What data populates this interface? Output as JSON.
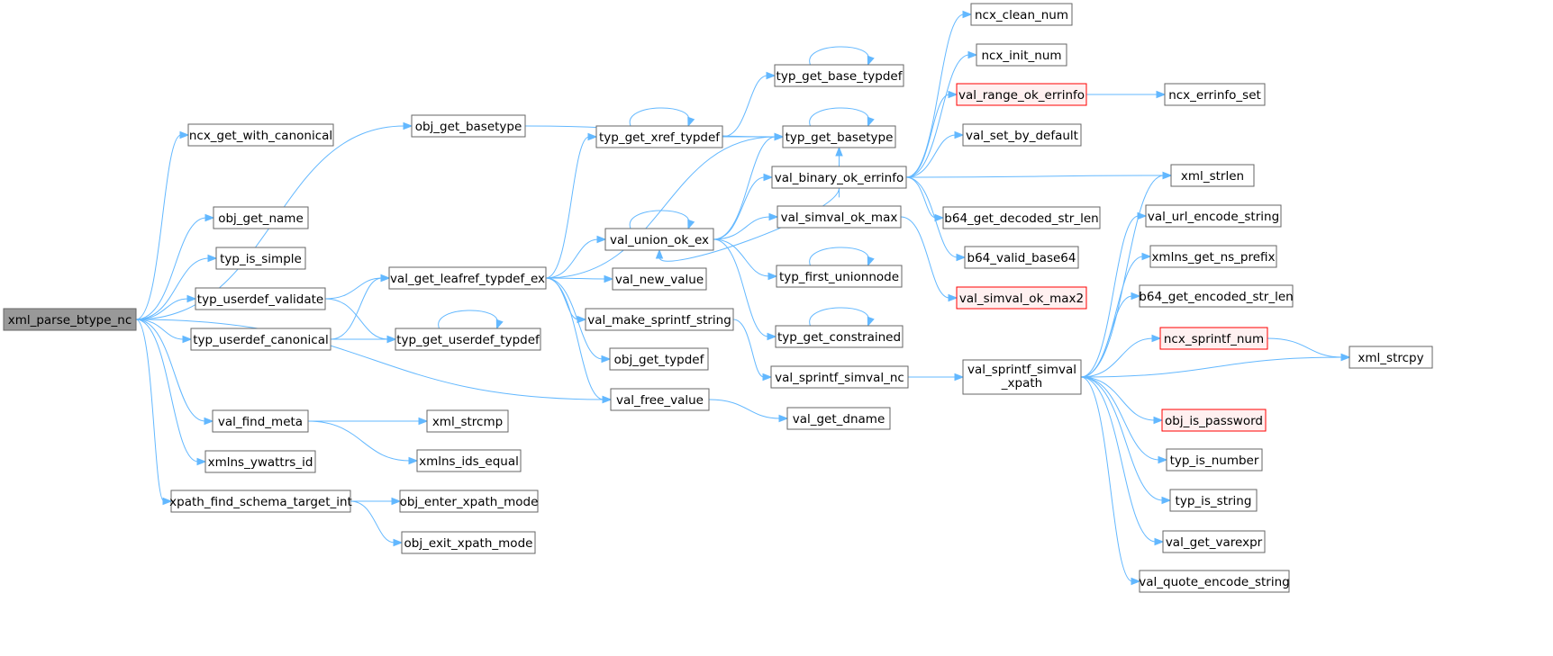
{
  "colors": {
    "edge": "#63b8ff",
    "node_border": "#666666",
    "node_fill": "#ffffff",
    "root_fill": "#999999",
    "warn_border": "#ff0000",
    "warn_fill": "#fff0f0"
  },
  "nodes": [
    {
      "id": "xml_parse_btype_nc",
      "label": [
        "xml_parse_btype_nc"
      ],
      "style": "root"
    },
    {
      "id": "ncx_get_with_canonical",
      "label": [
        "ncx_get_with_canonical"
      ],
      "style": "normal"
    },
    {
      "id": "obj_get_basetype",
      "label": [
        "obj_get_basetype"
      ],
      "style": "normal"
    },
    {
      "id": "obj_get_name",
      "label": [
        "obj_get_name"
      ],
      "style": "normal"
    },
    {
      "id": "typ_is_simple",
      "label": [
        "typ_is_simple"
      ],
      "style": "normal"
    },
    {
      "id": "typ_userdef_validate",
      "label": [
        "typ_userdef_validate"
      ],
      "style": "normal"
    },
    {
      "id": "typ_userdef_canonical",
      "label": [
        "typ_userdef_canonical"
      ],
      "style": "normal"
    },
    {
      "id": "val_find_meta",
      "label": [
        "val_find_meta"
      ],
      "style": "normal"
    },
    {
      "id": "xmlns_ywattrs_id",
      "label": [
        "xmlns_ywattrs_id"
      ],
      "style": "normal"
    },
    {
      "id": "xpath_find_schema_target_int",
      "label": [
        "xpath_find_schema_target_int"
      ],
      "style": "normal"
    },
    {
      "id": "val_get_leafref_typdef_ex",
      "label": [
        "val_get_leafref_typdef_ex"
      ],
      "style": "normal"
    },
    {
      "id": "typ_get_userdef_typdef",
      "label": [
        "typ_get_userdef_typdef"
      ],
      "style": "normal"
    },
    {
      "id": "xml_strcmp",
      "label": [
        "xml_strcmp"
      ],
      "style": "normal"
    },
    {
      "id": "xmlns_ids_equal",
      "label": [
        "xmlns_ids_equal"
      ],
      "style": "normal"
    },
    {
      "id": "obj_enter_xpath_mode",
      "label": [
        "obj_enter_xpath_mode"
      ],
      "style": "normal"
    },
    {
      "id": "obj_exit_xpath_mode",
      "label": [
        "obj_exit_xpath_mode"
      ],
      "style": "normal"
    },
    {
      "id": "typ_get_xref_typdef",
      "label": [
        "typ_get_xref_typdef"
      ],
      "style": "normal"
    },
    {
      "id": "val_union_ok_ex",
      "label": [
        "val_union_ok_ex"
      ],
      "style": "normal"
    },
    {
      "id": "val_new_value",
      "label": [
        "val_new_value"
      ],
      "style": "normal"
    },
    {
      "id": "val_make_sprintf_string",
      "label": [
        "val_make_sprintf_string"
      ],
      "style": "normal"
    },
    {
      "id": "obj_get_typdef",
      "label": [
        "obj_get_typdef"
      ],
      "style": "normal"
    },
    {
      "id": "val_free_value",
      "label": [
        "val_free_value"
      ],
      "style": "normal"
    },
    {
      "id": "typ_get_base_typdef",
      "label": [
        "typ_get_base_typdef"
      ],
      "style": "normal"
    },
    {
      "id": "typ_get_basetype",
      "label": [
        "typ_get_basetype"
      ],
      "style": "normal"
    },
    {
      "id": "val_binary_ok_errinfo",
      "label": [
        "val_binary_ok_errinfo"
      ],
      "style": "normal"
    },
    {
      "id": "val_simval_ok_max",
      "label": [
        "val_simval_ok_max"
      ],
      "style": "normal"
    },
    {
      "id": "typ_first_unionnode",
      "label": [
        "typ_first_unionnode"
      ],
      "style": "normal"
    },
    {
      "id": "typ_get_constrained",
      "label": [
        "typ_get_constrained"
      ],
      "style": "normal"
    },
    {
      "id": "val_sprintf_simval_nc",
      "label": [
        "val_sprintf_simval_nc"
      ],
      "style": "normal"
    },
    {
      "id": "val_get_dname",
      "label": [
        "val_get_dname"
      ],
      "style": "normal"
    },
    {
      "id": "ncx_clean_num",
      "label": [
        "ncx_clean_num"
      ],
      "style": "normal"
    },
    {
      "id": "ncx_init_num",
      "label": [
        "ncx_init_num"
      ],
      "style": "normal"
    },
    {
      "id": "val_range_ok_errinfo",
      "label": [
        "val_range_ok_errinfo"
      ],
      "style": "warn"
    },
    {
      "id": "val_set_by_default",
      "label": [
        "val_set_by_default"
      ],
      "style": "normal"
    },
    {
      "id": "b64_get_decoded_str_len",
      "label": [
        "b64_get_decoded_str_len"
      ],
      "style": "normal"
    },
    {
      "id": "b64_valid_base64",
      "label": [
        "b64_valid_base64"
      ],
      "style": "normal"
    },
    {
      "id": "val_simval_ok_max2",
      "label": [
        "val_simval_ok_max2"
      ],
      "style": "warn"
    },
    {
      "id": "val_sprintf_simval_xpath",
      "label": [
        "val_sprintf_simval",
        "_xpath"
      ],
      "style": "normal"
    },
    {
      "id": "ncx_errinfo_set",
      "label": [
        "ncx_errinfo_set"
      ],
      "style": "normal"
    },
    {
      "id": "xml_strlen",
      "label": [
        "xml_strlen"
      ],
      "style": "normal"
    },
    {
      "id": "val_url_encode_string",
      "label": [
        "val_url_encode_string"
      ],
      "style": "normal"
    },
    {
      "id": "xmlns_get_ns_prefix",
      "label": [
        "xmlns_get_ns_prefix"
      ],
      "style": "normal"
    },
    {
      "id": "b64_get_encoded_str_len",
      "label": [
        "b64_get_encoded_str_len"
      ],
      "style": "normal"
    },
    {
      "id": "ncx_sprintf_num",
      "label": [
        "ncx_sprintf_num"
      ],
      "style": "warn"
    },
    {
      "id": "xml_strcpy",
      "label": [
        "xml_strcpy"
      ],
      "style": "normal"
    },
    {
      "id": "obj_is_password",
      "label": [
        "obj_is_password"
      ],
      "style": "warn"
    },
    {
      "id": "typ_is_number",
      "label": [
        "typ_is_number"
      ],
      "style": "normal"
    },
    {
      "id": "typ_is_string",
      "label": [
        "typ_is_string"
      ],
      "style": "normal"
    },
    {
      "id": "val_get_varexpr",
      "label": [
        "val_get_varexpr"
      ],
      "style": "normal"
    },
    {
      "id": "val_quote_encode_string",
      "label": [
        "val_quote_encode_string"
      ],
      "style": "normal"
    }
  ],
  "edges": [
    [
      "xml_parse_btype_nc",
      "ncx_get_with_canonical"
    ],
    [
      "xml_parse_btype_nc",
      "obj_get_basetype"
    ],
    [
      "xml_parse_btype_nc",
      "obj_get_name"
    ],
    [
      "xml_parse_btype_nc",
      "typ_is_simple"
    ],
    [
      "xml_parse_btype_nc",
      "typ_userdef_validate"
    ],
    [
      "xml_parse_btype_nc",
      "typ_userdef_canonical"
    ],
    [
      "xml_parse_btype_nc",
      "val_free_value"
    ],
    [
      "xml_parse_btype_nc",
      "val_find_meta"
    ],
    [
      "xml_parse_btype_nc",
      "xmlns_ywattrs_id"
    ],
    [
      "xml_parse_btype_nc",
      "xpath_find_schema_target_int"
    ],
    [
      "obj_get_basetype",
      "typ_get_basetype"
    ],
    [
      "typ_userdef_validate",
      "val_get_leafref_typdef_ex"
    ],
    [
      "typ_userdef_validate",
      "typ_get_userdef_typdef"
    ],
    [
      "typ_userdef_canonical",
      "val_get_leafref_typdef_ex"
    ],
    [
      "typ_userdef_canonical",
      "typ_get_userdef_typdef"
    ],
    [
      "typ_get_userdef_typdef",
      "typ_get_userdef_typdef"
    ],
    [
      "val_find_meta",
      "xml_strcmp"
    ],
    [
      "val_find_meta",
      "xmlns_ids_equal"
    ],
    [
      "xpath_find_schema_target_int",
      "obj_enter_xpath_mode"
    ],
    [
      "xpath_find_schema_target_int",
      "obj_exit_xpath_mode"
    ],
    [
      "val_get_leafref_typdef_ex",
      "typ_get_xref_typdef"
    ],
    [
      "val_get_leafref_typdef_ex",
      "typ_get_basetype"
    ],
    [
      "val_get_leafref_typdef_ex",
      "val_union_ok_ex"
    ],
    [
      "val_get_leafref_typdef_ex",
      "val_new_value"
    ],
    [
      "val_get_leafref_typdef_ex",
      "val_make_sprintf_string"
    ],
    [
      "val_get_leafref_typdef_ex",
      "obj_get_typdef"
    ],
    [
      "val_get_leafref_typdef_ex",
      "val_free_value"
    ],
    [
      "typ_get_xref_typdef",
      "typ_get_xref_typdef"
    ],
    [
      "typ_get_xref_typdef",
      "typ_get_base_typdef"
    ],
    [
      "typ_get_xref_typdef",
      "typ_get_basetype"
    ],
    [
      "typ_get_base_typdef",
      "typ_get_base_typdef"
    ],
    [
      "typ_get_basetype",
      "typ_get_basetype"
    ],
    [
      "val_union_ok_ex",
      "val_union_ok_ex"
    ],
    [
      "val_union_ok_ex",
      "typ_get_basetype"
    ],
    [
      "val_union_ok_ex",
      "val_binary_ok_errinfo"
    ],
    [
      "val_union_ok_ex",
      "val_simval_ok_max"
    ],
    [
      "val_union_ok_ex",
      "typ_first_unionnode"
    ],
    [
      "val_union_ok_ex",
      "typ_get_constrained"
    ],
    [
      "typ_first_unionnode",
      "typ_first_unionnode"
    ],
    [
      "typ_get_constrained",
      "typ_get_constrained"
    ],
    [
      "val_make_sprintf_string",
      "val_sprintf_simval_nc"
    ],
    [
      "val_free_value",
      "val_get_dname"
    ],
    [
      "val_binary_ok_errinfo",
      "ncx_clean_num"
    ],
    [
      "val_binary_ok_errinfo",
      "ncx_init_num"
    ],
    [
      "val_binary_ok_errinfo",
      "val_range_ok_errinfo"
    ],
    [
      "val_binary_ok_errinfo",
      "val_set_by_default"
    ],
    [
      "val_binary_ok_errinfo",
      "typ_get_basetype"
    ],
    [
      "val_binary_ok_errinfo",
      "val_union_ok_ex"
    ],
    [
      "val_binary_ok_errinfo",
      "xml_strlen"
    ],
    [
      "val_binary_ok_errinfo",
      "b64_get_decoded_str_len"
    ],
    [
      "val_binary_ok_errinfo",
      "b64_valid_base64"
    ],
    [
      "val_simval_ok_max",
      "val_simval_ok_max2"
    ],
    [
      "val_range_ok_errinfo",
      "ncx_errinfo_set"
    ],
    [
      "val_sprintf_simval_nc",
      "val_sprintf_simval_xpath"
    ],
    [
      "val_sprintf_simval_xpath",
      "xml_strlen"
    ],
    [
      "val_sprintf_simval_xpath",
      "val_url_encode_string"
    ],
    [
      "val_sprintf_simval_xpath",
      "xmlns_get_ns_prefix"
    ],
    [
      "val_sprintf_simval_xpath",
      "b64_get_encoded_str_len"
    ],
    [
      "val_sprintf_simval_xpath",
      "ncx_sprintf_num"
    ],
    [
      "val_sprintf_simval_xpath",
      "xml_strcpy"
    ],
    [
      "val_sprintf_simval_xpath",
      "obj_is_password"
    ],
    [
      "val_sprintf_simval_xpath",
      "typ_is_number"
    ],
    [
      "val_sprintf_simval_xpath",
      "typ_is_string"
    ],
    [
      "val_sprintf_simval_xpath",
      "val_get_varexpr"
    ],
    [
      "val_sprintf_simval_xpath",
      "val_quote_encode_string"
    ],
    [
      "ncx_sprintf_num",
      "xml_strcpy"
    ]
  ]
}
